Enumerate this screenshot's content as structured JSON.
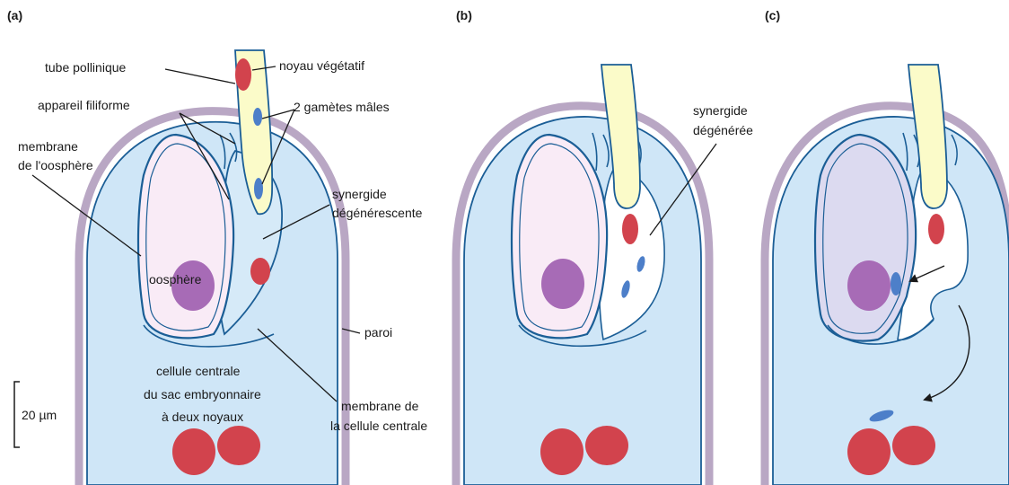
{
  "panels": [
    {
      "id": "a",
      "label": "(a)"
    },
    {
      "id": "b",
      "label": "(b)"
    },
    {
      "id": "c",
      "label": "(c)"
    }
  ],
  "labels": {
    "tube_pollinique": "tube pollinique",
    "noyau_vegetatif": "noyau végétatif",
    "appareil_filiforme": "appareil filiforme",
    "gametes_males": "2 gamètes mâles",
    "membrane_oosphere_line1": "membrane",
    "membrane_oosphere_line2": "de l'oosphère",
    "synergide_deg_line1": "synergide",
    "synergide_deg_line2": "dégénérescente",
    "oosphere": "oosphère",
    "paroi": "paroi",
    "cellule_centrale_line1": "cellule centrale",
    "cellule_centrale_line2": "du sac embryonnaire",
    "cellule_centrale_line3": "à deux noyaux",
    "membrane_cc_line1": "membrane de",
    "membrane_cc_line2": "la cellule centrale",
    "synergide_degeneree_line1": "synergide",
    "synergide_degeneree_line2": "dégénérée"
  },
  "scale_bar": {
    "label": "20 µm"
  },
  "colors": {
    "wall": "#b9a7c4",
    "wall_outline": "#6e5c86",
    "central_cell": "#cfe6f7",
    "cell_outline": "#1b5e96",
    "pollen_tube": "#fbfbc9",
    "egg_cytoplasm": "#f9ebf6",
    "egg_cytoplasm_c": "#dcdaf0",
    "egg_nucleus": "#a76bb6",
    "red_nucleus": "#d2434d",
    "sperm": "#4d7fc9",
    "text": "#1a1a1a"
  }
}
